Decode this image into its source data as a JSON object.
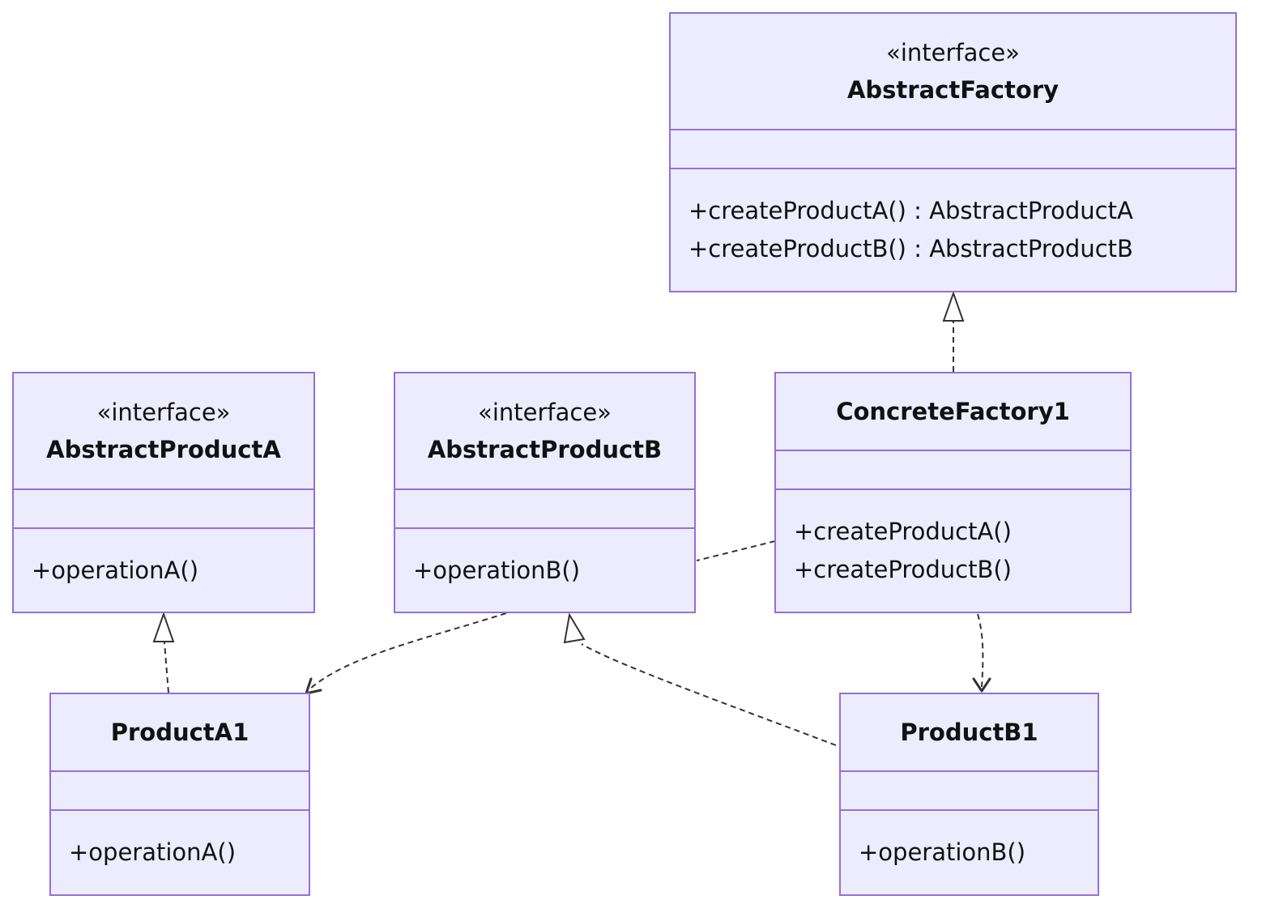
{
  "diagram": {
    "classes": {
      "abstract_factory": {
        "stereotype": "«interface»",
        "name": "AbstractFactory",
        "methods": [
          "+createProductA() : AbstractProductA",
          "+createProductB() : AbstractProductB"
        ]
      },
      "abstract_product_a": {
        "stereotype": "«interface»",
        "name": "AbstractProductA",
        "methods": [
          "+operationA()"
        ]
      },
      "abstract_product_b": {
        "stereotype": "«interface»",
        "name": "AbstractProductB",
        "methods": [
          "+operationB()"
        ]
      },
      "concrete_factory_1": {
        "name": "ConcreteFactory1",
        "methods": [
          "+createProductA()",
          "+createProductB()"
        ]
      },
      "product_a1": {
        "name": "ProductA1",
        "methods": [
          "+operationA()"
        ]
      },
      "product_b1": {
        "name": "ProductB1",
        "methods": [
          "+operationB()"
        ]
      }
    },
    "relationships": [
      {
        "from": "ConcreteFactory1",
        "to": "AbstractFactory",
        "type": "realization"
      },
      {
        "from": "ProductA1",
        "to": "AbstractProductA",
        "type": "realization"
      },
      {
        "from": "ProductB1",
        "to": "AbstractProductB",
        "type": "realization"
      },
      {
        "from": "ConcreteFactory1",
        "to": "ProductA1",
        "type": "dependency"
      },
      {
        "from": "ConcreteFactory1",
        "to": "ProductB1",
        "type": "dependency"
      }
    ],
    "colors": {
      "node_fill": "#ececfe",
      "node_border": "#9370db",
      "edge": "#333333",
      "text": "#111111"
    }
  }
}
